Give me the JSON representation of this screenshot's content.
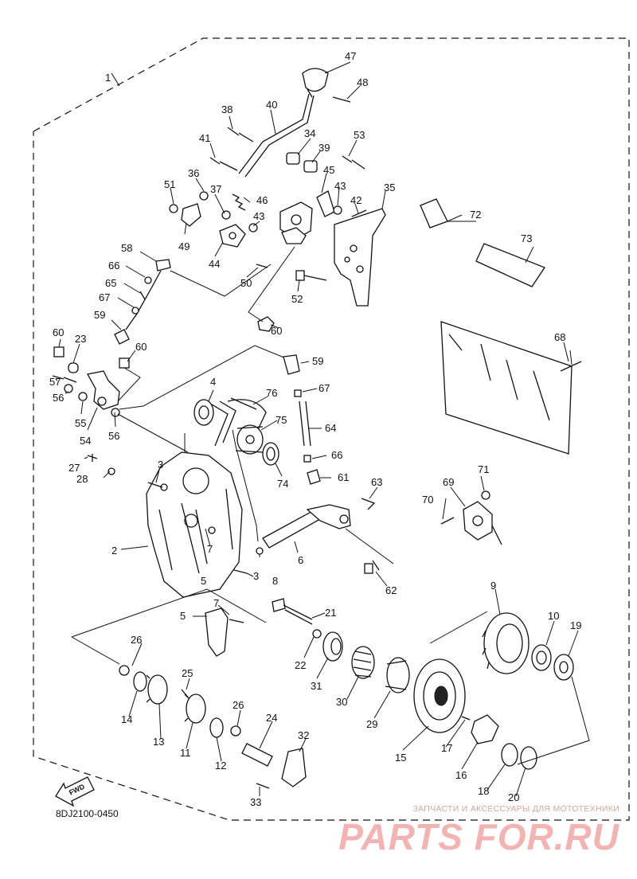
{
  "diagram": {
    "part_numbers": [
      "1",
      "2",
      "3",
      "4",
      "5",
      "6",
      "7",
      "8",
      "9",
      "10",
      "11",
      "12",
      "13",
      "14",
      "15",
      "16",
      "17",
      "18",
      "19",
      "20",
      "21",
      "22",
      "23",
      "24",
      "25",
      "26",
      "27",
      "28",
      "29",
      "30",
      "31",
      "32",
      "33",
      "34",
      "35",
      "36",
      "37",
      "38",
      "39",
      "40",
      "41",
      "42",
      "43",
      "44",
      "45",
      "46",
      "47",
      "48",
      "49",
      "50",
      "51",
      "52",
      "53",
      "54",
      "55",
      "56",
      "57",
      "58",
      "59",
      "60",
      "61",
      "62",
      "63",
      "64",
      "65",
      "66",
      "67",
      "68",
      "69",
      "70",
      "71",
      "72",
      "73",
      "74",
      "75",
      "76"
    ],
    "fwd_arrow_label": "FWD",
    "caption": "8DJ2100-0450"
  },
  "watermark": {
    "line1": "ЗАПЧАСТИ И АКСЕССУАРЫ ДЛЯ МОТОТЕХНИКИ",
    "line2": "PARTS FOR.RU",
    "color": "#f2b3b3"
  }
}
